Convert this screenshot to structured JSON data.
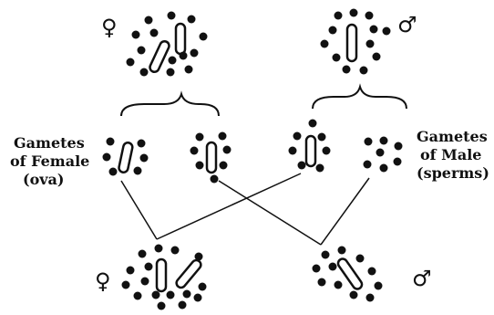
{
  "symbols": {
    "female": "♀",
    "male": "♂"
  },
  "labels": {
    "female_gametes": [
      "Gametes",
      "of Female",
      "(ova)"
    ],
    "male_gametes": [
      "Gametes",
      "of Male",
      "(sperms)"
    ]
  },
  "colors": {
    "ink": "#111111"
  }
}
